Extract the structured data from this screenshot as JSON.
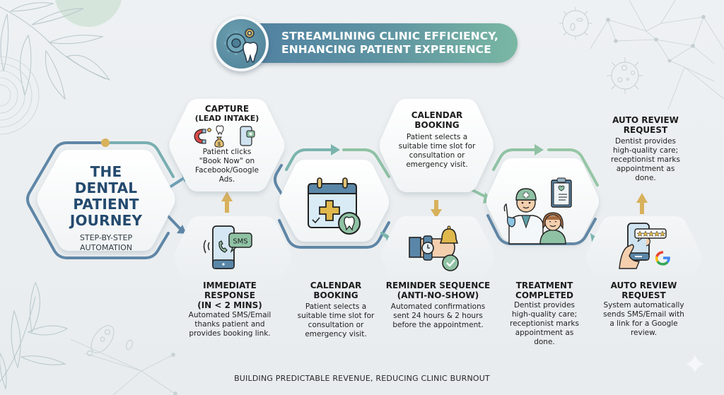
{
  "banner": {
    "line1": "STREAMLINING CLINIC EFFICIENCY,",
    "line2": "ENHANCING PATIENT EXPERIENCE",
    "icon": "gears-tooth-icon"
  },
  "title": {
    "line1": "THE",
    "line2": "DENTAL",
    "line3": "PATIENT",
    "line4": "JOURNEY",
    "sub1": "STEP-BY-STEP",
    "sub2": "AUTOMATION"
  },
  "steps": [
    {
      "id": "capture",
      "title1": "CAPTURE",
      "title2": "(LEAD INTAKE)",
      "desc": [
        "Patient clicks",
        "\"Book Now\" on",
        "Facebook/Google",
        "Ads."
      ],
      "icons": [
        "magnet-icon",
        "tooth-icon",
        "money-bag-icon",
        "phone-chat-icon"
      ]
    },
    {
      "id": "immediate-response",
      "title1": "IMMEDIATE",
      "title2": "RESPONSE",
      "title3": "(IN < 2 MINS)",
      "desc": [
        "Automated SMS/Email",
        "thanks patient and",
        "provides booking link."
      ],
      "icon_label": "SMS",
      "icons": [
        "phone-call-sms-icon"
      ]
    },
    {
      "id": "calendar-booking-bottom",
      "title1": "CALENDAR",
      "title2": "BOOKING",
      "desc": [
        "Patient selects a",
        "suitable time slot for",
        "consultation or",
        "emergency visit."
      ],
      "icons": [
        "calendar-tooth-icon"
      ]
    },
    {
      "id": "calendar-booking-top",
      "title1": "CALENDAR",
      "title2": "BOOKING",
      "desc": [
        "Patient selects a",
        "suitable time slot for",
        "consultation or",
        "emergency visit."
      ]
    },
    {
      "id": "reminder-sequence",
      "title1": "REMINDER SEQUENCE",
      "title2": "(ANTI-NO-SHOW)",
      "desc": [
        "Automated confirmations",
        "sent 24 hours & 2 hours",
        "before the appointment."
      ],
      "icons": [
        "wristwatch-bell-icon"
      ]
    },
    {
      "id": "treatment-completed",
      "title1": "TREATMENT",
      "title2": "COMPLETED",
      "desc": [
        "Dentist provides",
        "high-quality care;",
        "receptionist marks",
        "appointment as",
        "done."
      ],
      "icons": [
        "dentist-patient-icon"
      ]
    },
    {
      "id": "auto-review-top",
      "title1": "AUTO REVIEW",
      "title2": "REQUEST",
      "desc": [
        "Dentist provides",
        "high-quality care;",
        "receptionist marks",
        "appointment as",
        "done."
      ]
    },
    {
      "id": "auto-review-bottom",
      "title1": "AUTO REVIEW",
      "title2": "REQUEST",
      "desc": [
        "System automatically",
        "sends SMS/Email with",
        "a link for a Google",
        "review."
      ],
      "icons": [
        "phone-review-google-icon"
      ]
    }
  ],
  "footer": "BUILDING PREDICTABLE REVENUE, REDUCING CLINIC BURNOUT",
  "colors": {
    "navy": "#244a6e",
    "steel_blue": "#5a87a8",
    "teal": "#7ab4ad",
    "sage": "#8fc2a4",
    "gold": "#d8b15c",
    "background": "#eceff1"
  }
}
